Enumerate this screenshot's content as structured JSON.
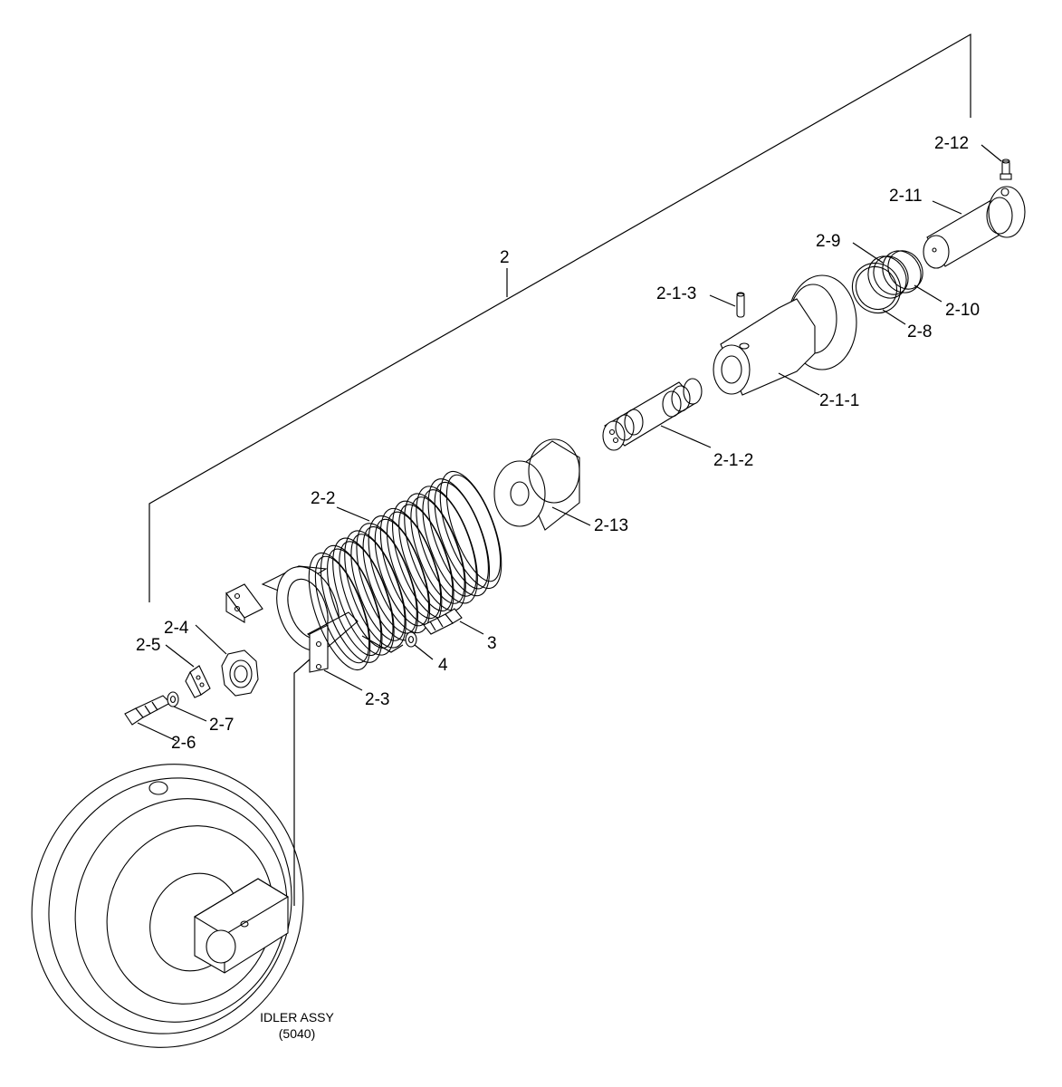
{
  "labels": {
    "main": "2",
    "p2_12": "2-12",
    "p2_11": "2-11",
    "p2_9": "2-9",
    "p2_10": "2-10",
    "p2_8": "2-8",
    "p2_1_3": "2-1-3",
    "p2_1_1": "2-1-1",
    "p2_1_2": "2-1-2",
    "p2_13": "2-13",
    "p2_2": "2-2",
    "p2_4": "2-4",
    "p2_5": "2-5",
    "p2_7": "2-7",
    "p2_6": "2-6",
    "p2_3": "2-3",
    "p3": "3",
    "p4": "4"
  },
  "caption": {
    "line1": "IDLER ASSY",
    "line2": "(5040)"
  }
}
